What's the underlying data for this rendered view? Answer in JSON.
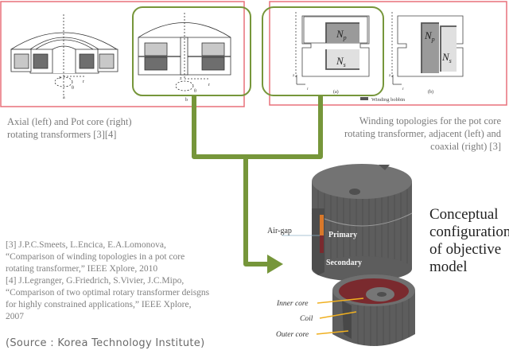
{
  "panels": {
    "left": {
      "caption_line1": "Axial (left) and Pot core (right)",
      "caption_line2": "rotating transformers [3][4]",
      "sub_labels": [
        "a",
        "b"
      ],
      "axis_labels": {
        "z": "z",
        "r": "r",
        "theta": "θ"
      }
    },
    "right": {
      "caption_line1": "Winding topologies for the pot core",
      "caption_line2": "rotating transformer, adjacent (left) and",
      "caption_line3": "coaxial (right) [3]",
      "sub_labels": [
        "(a)",
        "(b)"
      ],
      "primary_label": "N",
      "primary_sub": "p",
      "secondary_label": "N",
      "secondary_sub": "s",
      "axis_labels": {
        "z": "z",
        "r": "r"
      },
      "legend": "Winding bobbin"
    }
  },
  "references": [
    "[3] J.P.C.Smeets, L.Encica, E.A.Lomonova,",
    "“Comparison of winding topologies in a pot core",
    "rotating transformer,” IEEE Xplore, 2010",
    "[4] J.Legranger, G.Friedrich, S.Vivier, J.C.Mipo,",
    "“Comparison of two optimal rotary transformer deisgns",
    "for highly constrained applications,” IEEE Xplore,",
    "2007"
  ],
  "source": "(Source : Korea Technology Institute)",
  "model": {
    "title_lines": [
      "Conceptual",
      "configuration",
      "of objective",
      "model"
    ],
    "labels": {
      "air_gap": "Air-gap",
      "primary": "Primary",
      "secondary": "Secondary",
      "inner_core": "Inner core",
      "coil": "Coil",
      "outer_core": "Outer core"
    }
  },
  "colors": {
    "red_frame": "#e8707a",
    "green_highlight": "#76963a",
    "core_gray": "#6b6b6b",
    "coil_red": "#7a2a2e",
    "label_arrow": "#f0b020"
  }
}
